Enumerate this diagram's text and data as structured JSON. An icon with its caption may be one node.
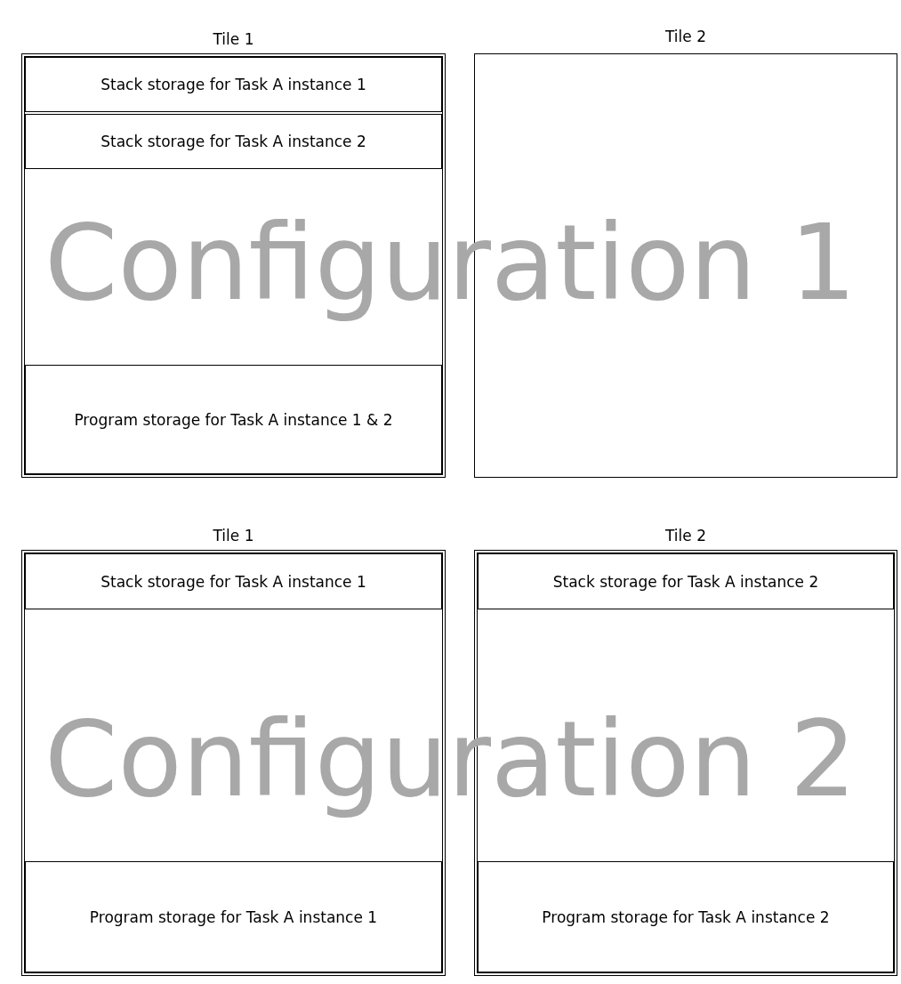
{
  "diagram": {
    "nodes": [
      {
        "text": [
          "Tile 1"
        ]
      },
      {
        "text": [
          "Stack storage for Task A instance 1"
        ],
        "in": 0
      },
      {
        "text": [
          "Stack storage for Task A instance 2"
        ],
        "in": 0
      },
      {
        "text": [
          "Program storage for Task A instance 1 & 2"
        ],
        "in": 0
      },
      {
        "text": [
          "Tile 2"
        ]
      },
      {
        "text": [
          "Tile 1"
        ]
      },
      {
        "text": [
          "Stack storage for Task A instance 1"
        ],
        "in": 5
      },
      {
        "text": [
          "Program storage for Task A instance 1"
        ],
        "in": 5
      },
      {
        "text": [
          "Tile 2"
        ]
      },
      {
        "text": [
          "Stack storage for Task A instance 2"
        ],
        "in": 8
      },
      {
        "text": [
          "Program storage for Task A instance 2"
        ],
        "in": 8
      }
    ],
    "edges": [],
    "labels": [
      "Configuration 1",
      "Configuration 2"
    ]
  }
}
